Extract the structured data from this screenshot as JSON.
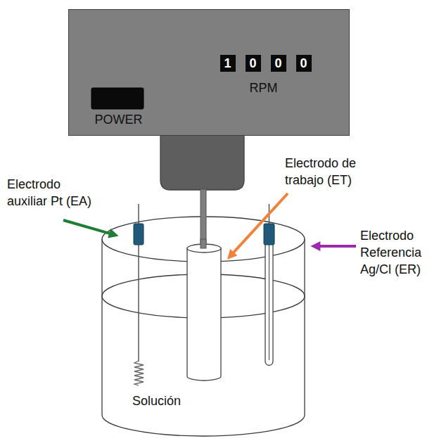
{
  "diagram": {
    "nodes": [
      {
        "text": [
          "RPM",
          "POWER"
        ]
      },
      {
        "text": [
          "1"
        ],
        "in": 0
      },
      {
        "text": [
          "0"
        ],
        "in": 0
      },
      {
        "text": [
          "0"
        ],
        "in": 0
      },
      {
        "text": [
          "0"
        ],
        "in": 0
      },
      {
        "text": [
          "Solución"
        ]
      }
    ],
    "labels": [
      "Electrodo auxiliar Pt (EA)",
      "Electrodo de trabajo (ET)",
      "Electrodo Referencia Ag/Cl (ER)"
    ]
  }
}
